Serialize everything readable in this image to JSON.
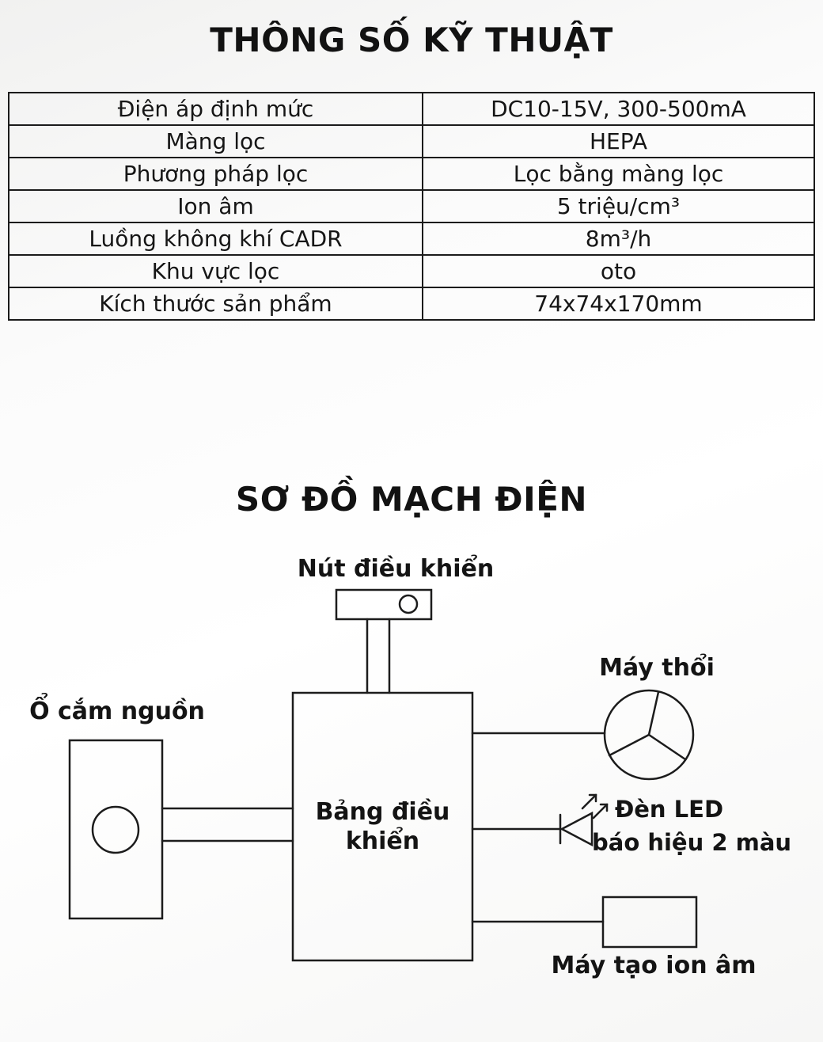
{
  "ink_color": "#161616",
  "titles": {
    "specs": "THÔNG SỐ KỸ THUẬT",
    "diagram": "SƠ ĐỒ MẠCH ĐIỆN"
  },
  "spec_table": {
    "rows": [
      {
        "label": "Điện áp định mức",
        "value": "DC10-15V, 300-500mA"
      },
      {
        "label": "Màng lọc",
        "value": "HEPA"
      },
      {
        "label": "Phương pháp lọc",
        "value": "Lọc bằng màng lọc"
      },
      {
        "label": "Ion âm",
        "value": "5 triệu/cm³"
      },
      {
        "label": "Luồng không khí CADR",
        "value": "8m³/h"
      },
      {
        "label": "Khu vực lọc",
        "value": "oto"
      },
      {
        "label": "Kích thước sản phẩm",
        "value": "74x74x170mm"
      }
    ]
  },
  "diagram": {
    "control_button": "Nút điều khiển",
    "power_socket": "Ổ cắm nguồn",
    "control_panel_line1": "Bảng điều",
    "control_panel_line2": "khiển",
    "blower": "Máy thổi",
    "led_line1": "Đèn LED",
    "led_line2": "báo hiệu 2 màu",
    "ion_generator": "Máy tạo ion âm"
  }
}
